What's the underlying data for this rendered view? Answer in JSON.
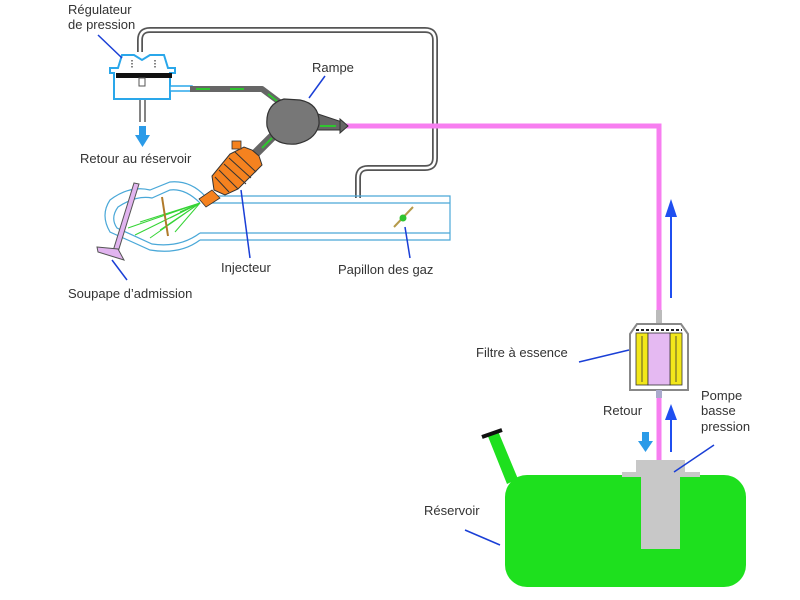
{
  "title": "Circuit d'alimentation en essence",
  "labels": {
    "regulateur_line1": "Régulateur",
    "regulateur_line2": "de pression",
    "retour_reservoir": "Retour au réservoir",
    "rampe": "Rampe",
    "injecteur": "Injecteur",
    "papillon": "Papillon des gaz",
    "soupape": "Soupape d’admission",
    "filtre": "Filtre à essence",
    "retour": "Retour",
    "pompe_line1": "Pompe",
    "pompe_line2": "basse",
    "pompe_line3": "pression",
    "reservoir": "Réservoir"
  },
  "colors": {
    "fuel_line": "#f77ef0",
    "return_line": "#666666",
    "tank": "#1ee01e",
    "injector": "#f5821f",
    "regulator": "#2aa7ea",
    "leader": "#1a3fd6",
    "arrow_flow": "#1f4ff0",
    "arrow_return": "#2b9be8",
    "pump": "#c8c8c8",
    "intake": "#4aa8d8",
    "valve": "#e1b4ef",
    "filter_core": "#e5b9f2",
    "filter_element": "#f2e71a"
  }
}
